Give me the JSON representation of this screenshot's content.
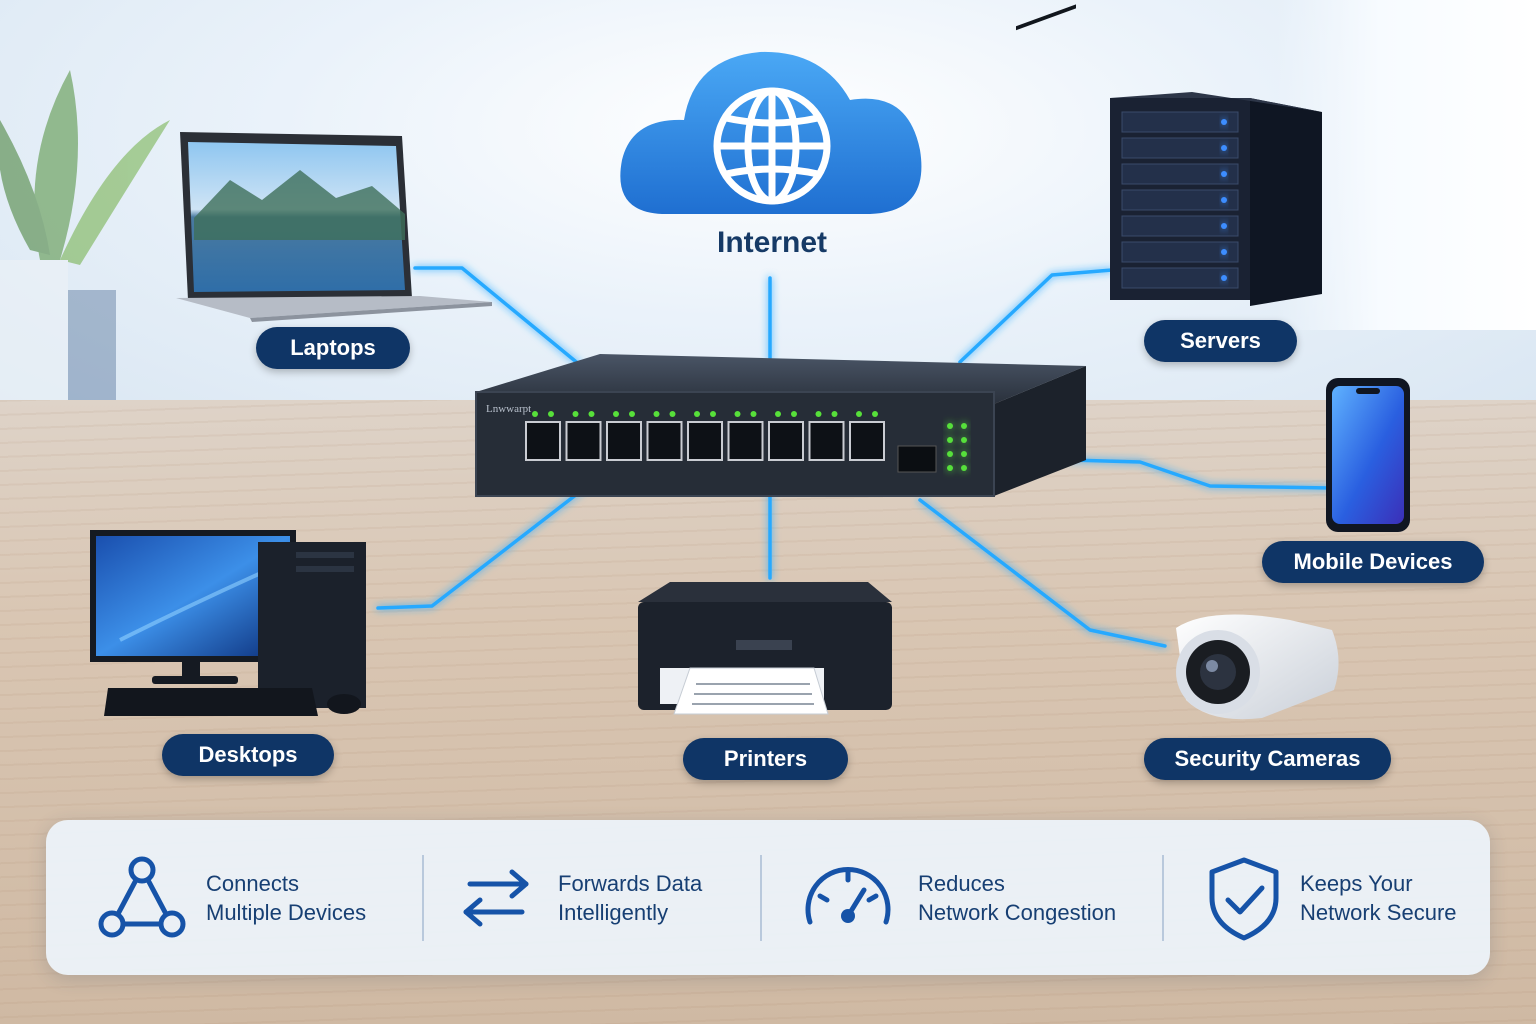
{
  "cloud": {
    "label": "Internet",
    "icon": "globe-icon"
  },
  "switch": {
    "brand": "Lnwwarpt",
    "port_count": 9,
    "sfp_ports": 1
  },
  "devices": {
    "laptops": "Laptops",
    "servers": "Servers",
    "mobile": "Mobile Devices",
    "desktops": "Desktops",
    "printers": "Printers",
    "cameras": "Security Cameras"
  },
  "features": [
    {
      "line1": "Connects",
      "line2": "Multiple Devices",
      "icon": "network-nodes-icon"
    },
    {
      "line1": "Forwards Data",
      "line2": "Intelligently",
      "icon": "swap-arrows-icon"
    },
    {
      "line1": "Reduces",
      "line2": "Network Congestion",
      "icon": "speedometer-icon"
    },
    {
      "line1": "Keeps Your",
      "line2": "Network Secure",
      "icon": "shield-check-icon"
    }
  ],
  "colors": {
    "label_bg": "#0f3566",
    "connection": "#27a9ff",
    "icon_blue": "#1653a8",
    "cloud": "#2f8de4"
  }
}
